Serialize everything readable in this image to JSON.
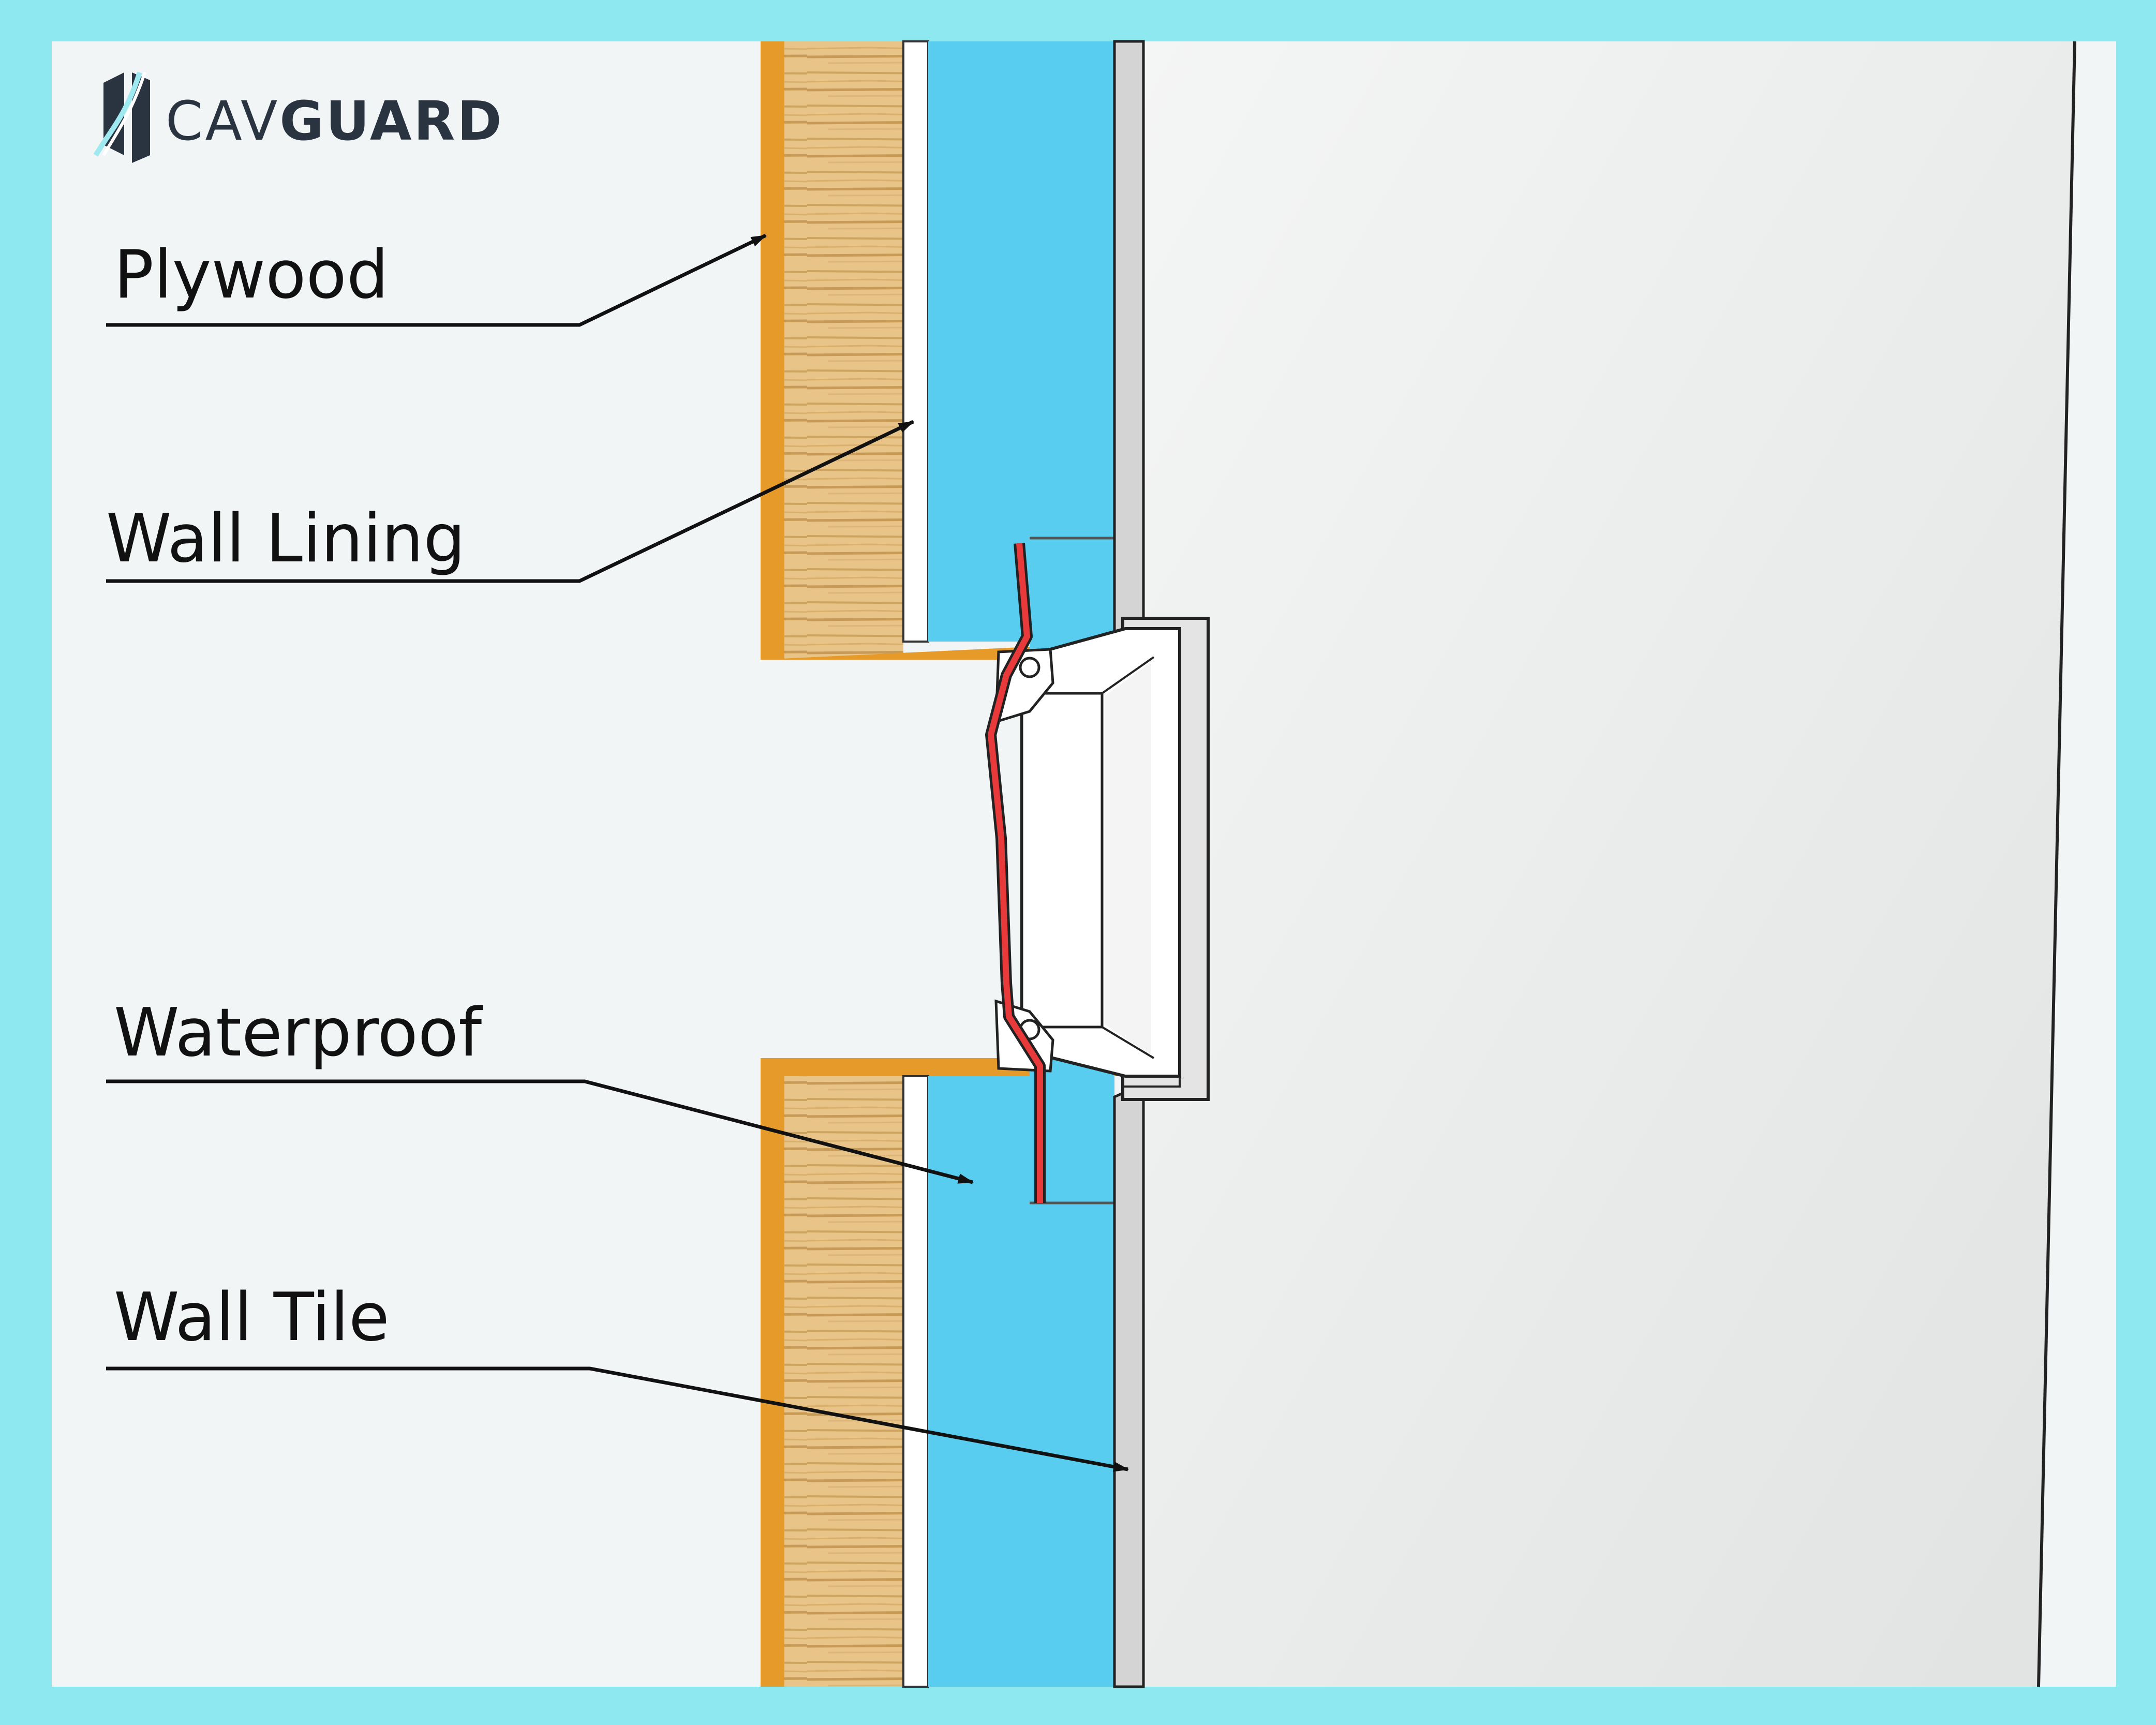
{
  "brand": {
    "name_light": "CAV",
    "name_bold": "GUARD"
  },
  "labels": {
    "plywood": "Plywood",
    "wall_lining": "Wall Lining",
    "waterproof": "Waterproof",
    "wall_tile": "Wall Tile"
  },
  "colors": {
    "frame": "#8de8ef",
    "background": "#f1f5f6",
    "plywood": "#e8c488",
    "plywood_edge": "#e69a2a",
    "waterproof": "#58cdf0",
    "tile": "#dcdcdc",
    "tile_face": "#e8eaea",
    "membrane": "#e83a3a",
    "leader": "#111111"
  },
  "icons": {
    "logo": "cavguard-logo-icon"
  }
}
